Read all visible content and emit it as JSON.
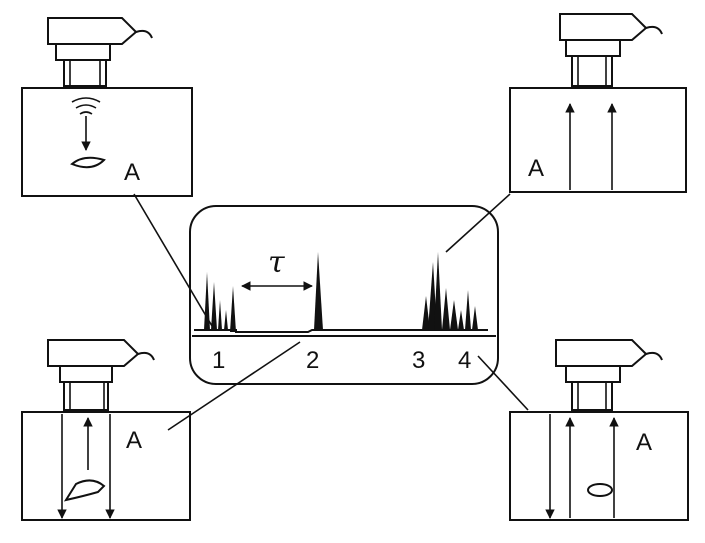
{
  "labels": {
    "panel_top_left": "A",
    "panel_top_right": "A",
    "panel_bottom_left": "A",
    "panel_bottom_right": "A",
    "tau": "τ",
    "screen_mark_1": "1",
    "screen_mark_2": "2",
    "screen_mark_3": "3",
    "screen_mark_4": "4"
  }
}
